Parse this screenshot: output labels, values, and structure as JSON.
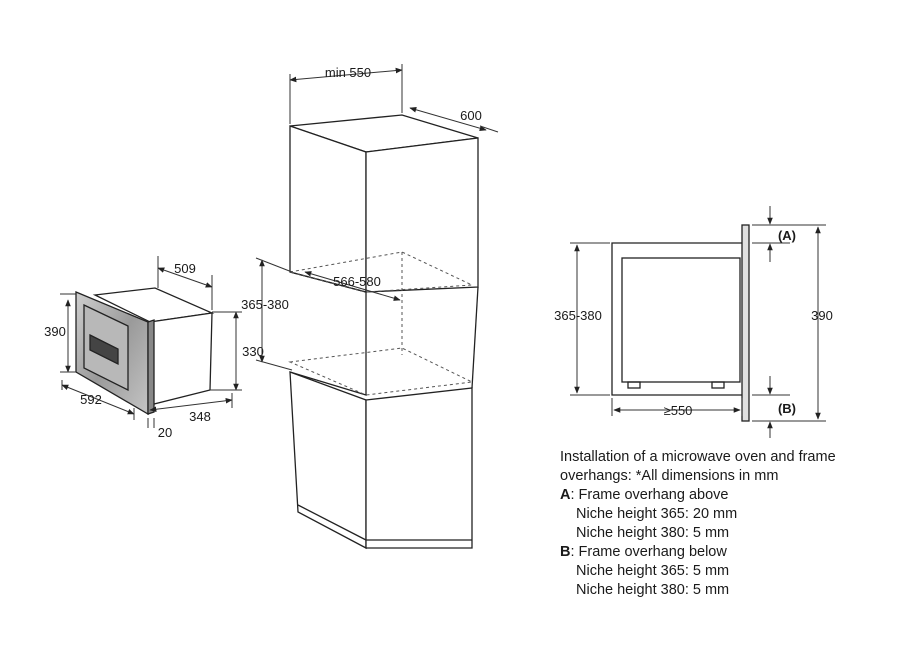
{
  "diagram": {
    "microwave": {
      "width_front": "592",
      "height_front": "390",
      "depth_top": "509",
      "body_height": "330",
      "body_depth": "348",
      "frame_thickness": "20"
    },
    "cabinet": {
      "width_top": "min 550",
      "depth_top": "600",
      "niche_width": "566-580",
      "niche_height": "365-380"
    },
    "side_view": {
      "niche_height": "365-380",
      "frame_height": "390",
      "min_depth": "≥550",
      "label_a": "(A)",
      "label_b": "(B)"
    }
  },
  "notes": {
    "title_line1": "Installation of a microwave oven and frame",
    "title_line2": "overhangs: *All dimensions in mm",
    "a_key": "A",
    "a_text": ": Frame overhang above",
    "a_line1": "Niche height 365: 20 mm",
    "a_line2": "Niche height 380: 5 mm",
    "b_key": "B",
    "b_text": ": Frame overhang below",
    "b_line1": "Niche height 365: 5 mm",
    "b_line2": "Niche height 380: 5 mm"
  }
}
